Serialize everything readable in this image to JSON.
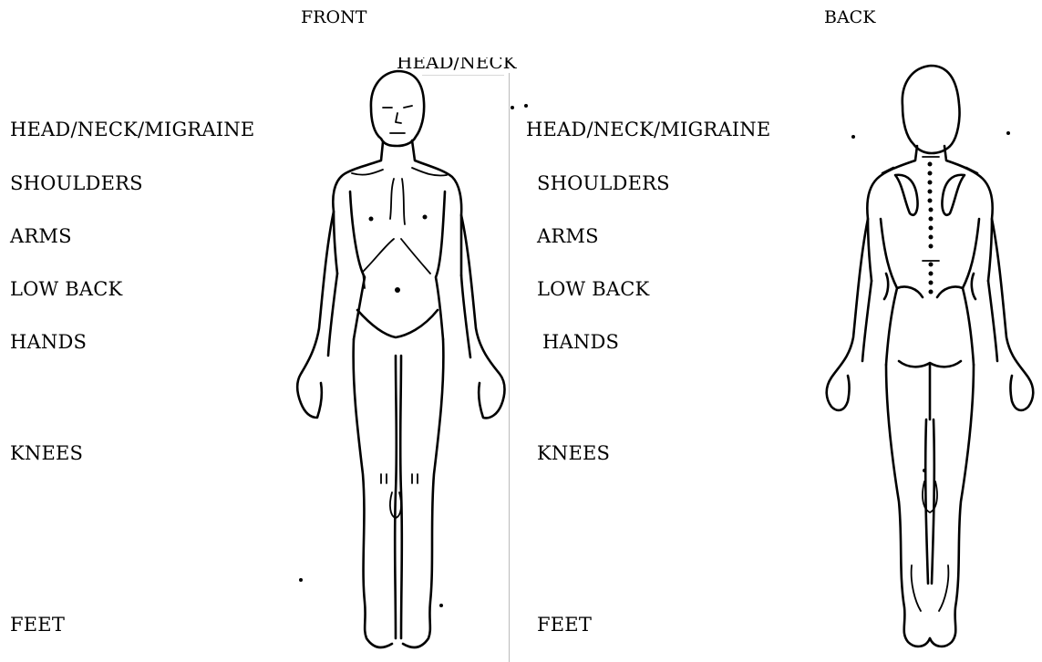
{
  "headers": {
    "front": "FRONT",
    "back": "BACK"
  },
  "front_labels": [
    "HEAD/NECK/MIGRAINE",
    "SHOULDERS",
    "ARMS",
    "LOW BACK",
    "HANDS",
    "KNEES",
    "FEET"
  ],
  "back_labels": [
    "HEAD/NECK/MIGRAINE",
    "SHOULDERS",
    "ARMS",
    "LOW BACK",
    "HANDS",
    "KNEES",
    "FEET"
  ],
  "overlay_fragment": "HEAD/NECK"
}
